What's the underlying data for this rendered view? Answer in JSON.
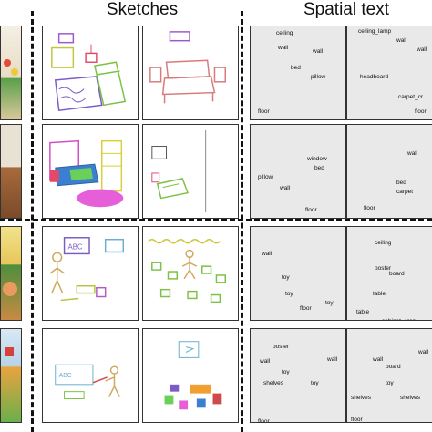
{
  "headers": {
    "sketches": "Sketches",
    "spatial_text": "Spatial text"
  },
  "rows": [
    {
      "text_left": [
        "ceiling",
        "wall",
        "wall",
        "bed",
        "pillow",
        "floor"
      ],
      "text_right": [
        "ceiling_lamp",
        "wall",
        "wall",
        "headboard",
        "carpet_cr",
        "floor"
      ]
    },
    {
      "text_left": [
        "window",
        "bed",
        "pillow",
        "wall",
        "floor"
      ],
      "text_right": [
        "wall",
        "bed",
        "carpet",
        "floor"
      ]
    },
    {
      "text_left": [
        "wall",
        "toy",
        "toy",
        "toy",
        "floor"
      ],
      "text_right": [
        "ceiling",
        "poster",
        "board",
        "table",
        "table",
        "cabinet_crop"
      ]
    },
    {
      "text_left": [
        "poster",
        "wall",
        "toy",
        "wall",
        "shelves",
        "toy",
        "floor"
      ],
      "text_right": [
        "wall",
        "wall",
        "board",
        "toy",
        "shelves",
        "shelves",
        "floor"
      ]
    }
  ]
}
